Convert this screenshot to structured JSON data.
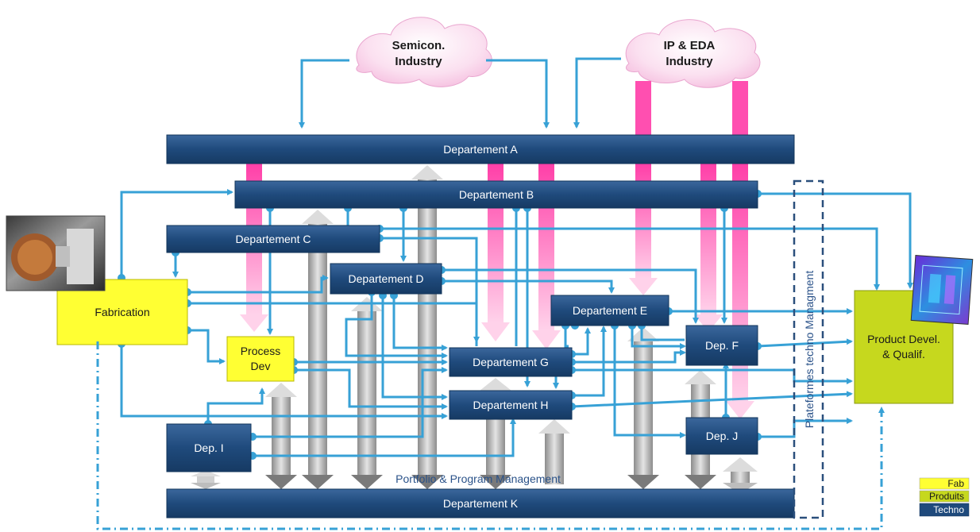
{
  "clouds": [
    {
      "line1": "Semicon.",
      "line2": "Industry"
    },
    {
      "line1": "IP & EDA",
      "line2": "Industry"
    }
  ],
  "departments": {
    "a": "Departement A",
    "b": "Departement B",
    "c": "Departement C",
    "d": "Departement D",
    "e": "Departement E",
    "f": "Dep. F",
    "g": "Departement G",
    "h": "Departement H",
    "i": "Dep. I",
    "j": "Dep. J",
    "k": "Departement K"
  },
  "fabrication": "Fabrication",
  "process_dev": {
    "line1": "Process",
    "line2": "Dev"
  },
  "product": {
    "line1": "Product Devel.",
    "line2": "& Qualif."
  },
  "plateformes_label": "Plateformes techno Managment",
  "portfolio_label": "Portfolio & Program Management",
  "legend": {
    "fab": "Fab",
    "produits": "Produits",
    "techno": "Techno"
  },
  "colors": {
    "dept": "#1f4a7c",
    "fab": "#ffff33",
    "product": "#c6d81e",
    "flow": "#37a1d6",
    "pink": "#ff4fb0",
    "gray": "#a9a9a9"
  }
}
